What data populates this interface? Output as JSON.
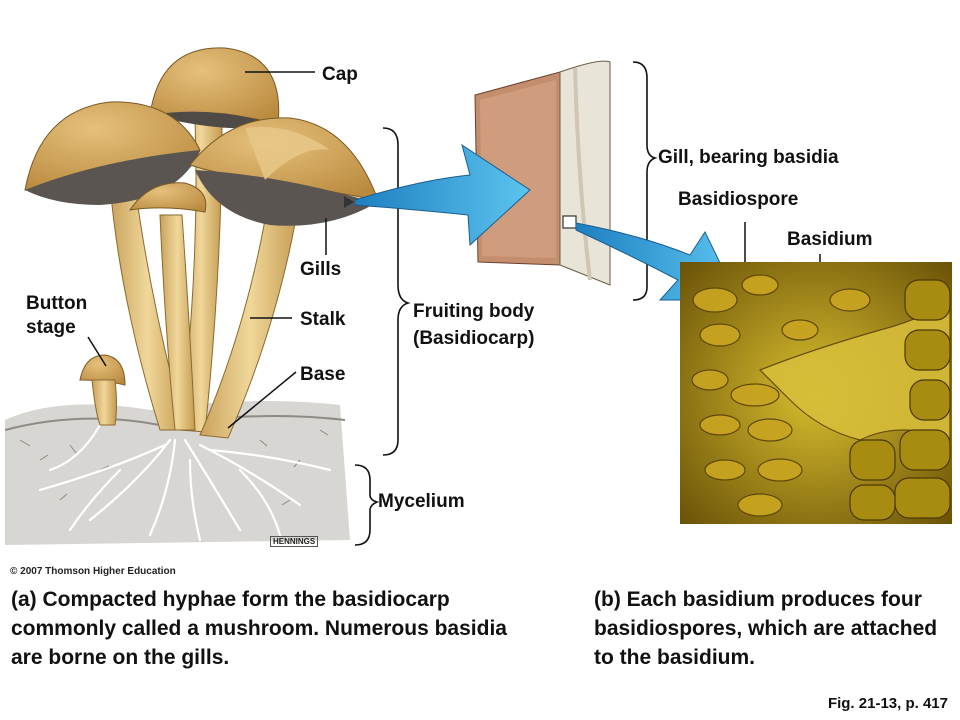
{
  "labels": {
    "cap": "Cap",
    "gills": "Gills",
    "stalk": "Stalk",
    "base": "Base",
    "button_stage": "Button\nstage",
    "fruiting_body": "Fruiting body\n(Basidiocarp)",
    "mycelium": "Mycelium",
    "gill_bearing": "Gill, bearing basidia",
    "basidiospore": "Basidiospore",
    "basidium": "Basidium"
  },
  "artist_signature": "HENNINGS",
  "copyright": "© 2007 Thomson Higher Education",
  "caption_a": "(a) Compacted hyphae form the basidiocarp commonly called a mushroom. Numerous basidia are borne on the gills.",
  "caption_b": "(b) Each basidium produces four basidiospores, which are attached to the basidium.",
  "figure_ref": "Fig. 21-13, p. 417",
  "colors": {
    "cap": "#cfa35a",
    "gills": "#5a5550",
    "stalk": "#e3c27a",
    "arrow": "#3aa6dc",
    "gill_slab": "#c79a78",
    "micrograph": "#b89a18"
  }
}
